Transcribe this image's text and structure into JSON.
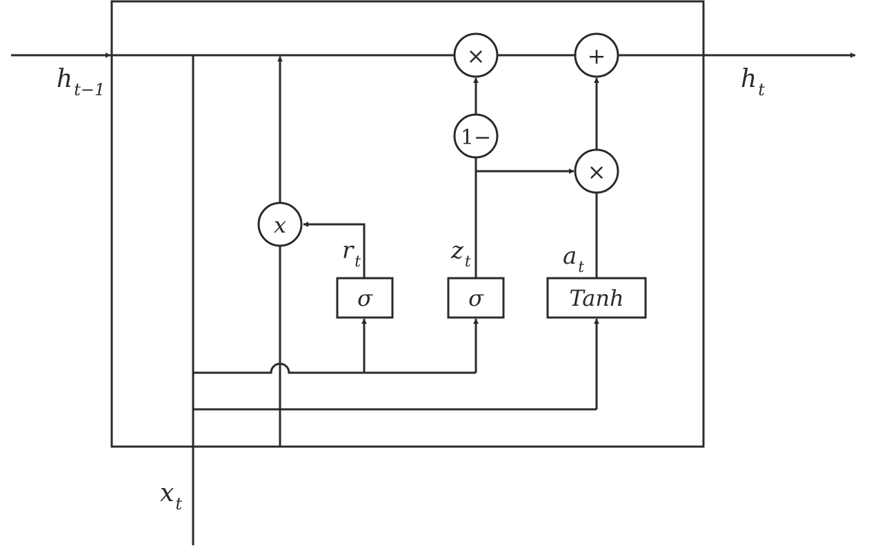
{
  "labels": {
    "h_prev": "h",
    "h_prev_sub": "t−1",
    "h_out": "h",
    "h_out_sub": "t",
    "x_in": "x",
    "x_in_sub": "t",
    "r": "r",
    "r_sub": "t",
    "z": "z",
    "z_sub": "t",
    "a": "a",
    "a_sub": "t"
  },
  "nodes": {
    "reset_multiply": "x",
    "forget_multiply": "×",
    "one_minus": "1−",
    "update_multiply": "×",
    "add": "+"
  },
  "boxes": {
    "reset_gate": "σ",
    "update_gate": "σ",
    "candidate": "Tanh"
  },
  "colors": {
    "stroke": "#2a2a2a",
    "background": "#ffffff"
  }
}
